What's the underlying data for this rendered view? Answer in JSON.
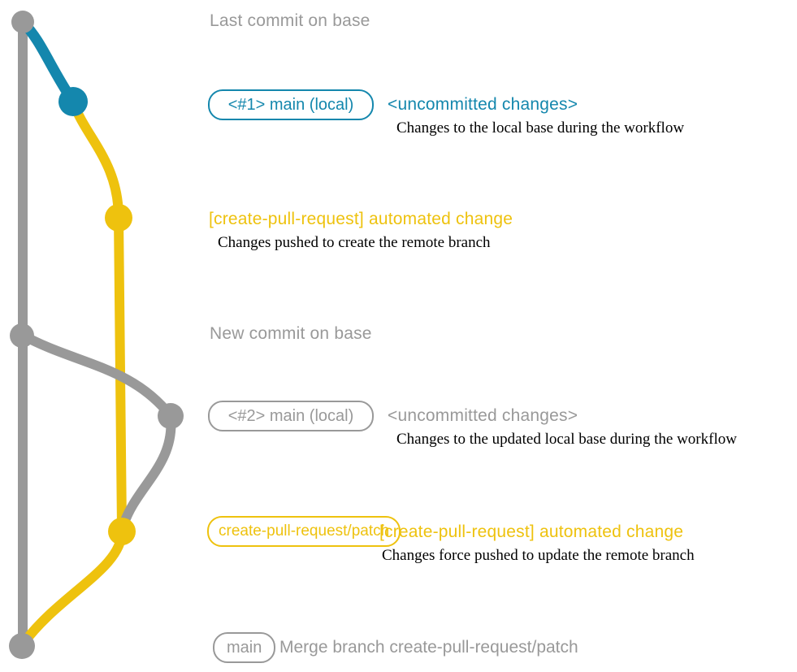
{
  "colors": {
    "gray": "#999999",
    "teal": "#1487ad",
    "yellow": "#eec20e",
    "text": "#000000",
    "background": "#ffffff"
  },
  "captions": {
    "last_commit": "Last commit on base",
    "new_commit": "New commit on base"
  },
  "commit1": {
    "badge": "<#1> main (local)",
    "title": "<uncommitted changes>",
    "description": "Changes to the local base during the workflow"
  },
  "commit2": {
    "title": "[create-pull-request] automated change",
    "description": "Changes pushed to create the remote branch"
  },
  "commit3": {
    "badge": "<#2> main (local)",
    "title": "<uncommitted changes>",
    "description": "Changes to the updated local base during the workflow"
  },
  "commit4": {
    "badge": "create-pull-request/patch",
    "title": "[create-pull-request] automated change",
    "description": "Changes force pushed to update the remote branch"
  },
  "merge": {
    "badge": "main",
    "label": "Merge branch create-pull-request/patch"
  }
}
